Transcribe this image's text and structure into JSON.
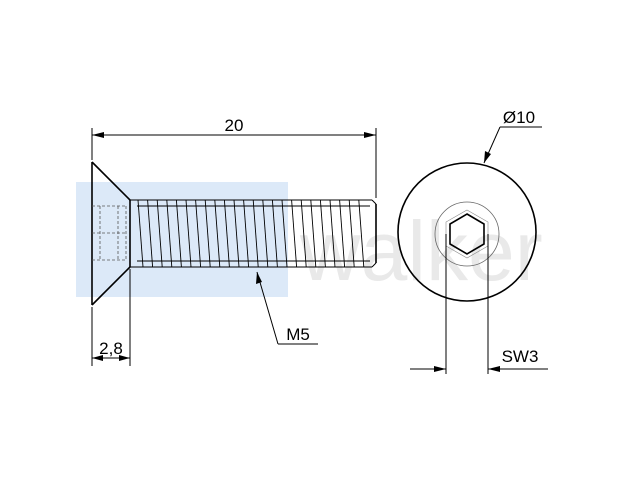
{
  "watermark": {
    "text": "walker",
    "box_color": "#dce9f8",
    "text_color": "#e9e9e9"
  },
  "dimensions": {
    "length": "20",
    "head_height": "2,8",
    "thread": "M5",
    "head_diameter": "Ø10",
    "socket_size": "SW3"
  },
  "colors": {
    "line": "#000000",
    "background": "#ffffff"
  }
}
